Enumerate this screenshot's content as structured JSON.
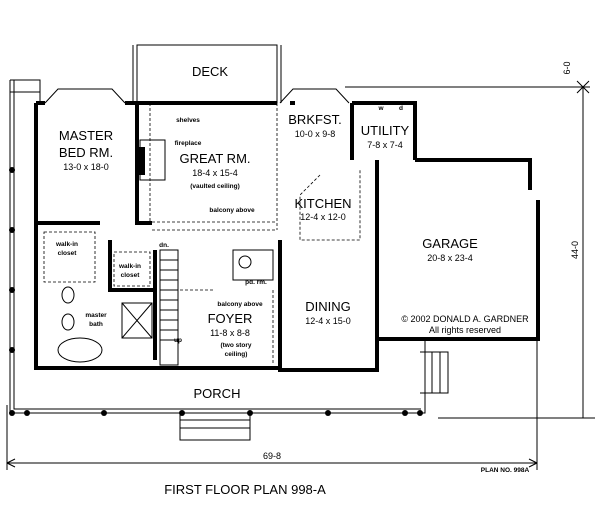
{
  "plan": {
    "title": "FIRST FLOOR PLAN 998-A",
    "plan_number": "PLAN NO. 998A",
    "copyright": "© 2002 DONALD A. GARDNER",
    "rights": "All rights reserved",
    "dimensions": {
      "width": "69-8",
      "depth": "44-0",
      "deck_depth": "6-0"
    }
  },
  "rooms": {
    "deck": {
      "name": "DECK"
    },
    "master": {
      "name1": "MASTER",
      "name2": "BED RM.",
      "size": "13-0 x 18-0"
    },
    "great": {
      "name": "GREAT RM.",
      "size": "18-4 x 15-4",
      "note": "(vaulted ceiling)"
    },
    "brkfst": {
      "name": "BRKFST.",
      "size": "10-0 x 9-8"
    },
    "utility": {
      "name": "UTILITY",
      "size": "7-8 x 7-4",
      "washer": "w",
      "dryer": "d"
    },
    "kitchen": {
      "name": "KITCHEN",
      "size": "12-4 x 12-0"
    },
    "garage": {
      "name": "GARAGE",
      "size": "20-8 x 23-4"
    },
    "dining": {
      "name": "DINING",
      "size": "12-4 x 15-0"
    },
    "foyer": {
      "name": "FOYER",
      "size": "11-8 x 8-8",
      "note1": "(two story",
      "note2": "ceiling)"
    },
    "porch": {
      "name": "PORCH"
    }
  },
  "labels": {
    "shelves": "shelves",
    "fireplace": "fireplace",
    "balcony1": "balcony above",
    "balcony2": "balcony above",
    "closet1a": "walk-in",
    "closet1b": "closet",
    "closet2a": "walk-in",
    "closet2b": "closet",
    "bath1": "master",
    "bath2": "bath",
    "powder": "pd. rm.",
    "down": "dn.",
    "up": "up"
  }
}
